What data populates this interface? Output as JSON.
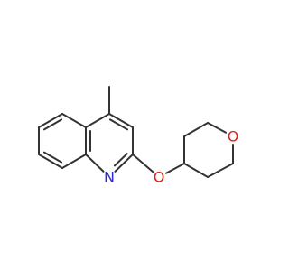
{
  "molecule": {
    "atoms": [
      {
        "id": "c_methyl",
        "element": "C"
      },
      {
        "id": "c4",
        "element": "C"
      },
      {
        "id": "c3",
        "element": "C"
      },
      {
        "id": "c2",
        "element": "C"
      },
      {
        "id": "n1",
        "element": "N",
        "label": "N",
        "color": "#2a2ad6"
      },
      {
        "id": "c8a",
        "element": "C"
      },
      {
        "id": "c4a",
        "element": "C"
      },
      {
        "id": "c5",
        "element": "C"
      },
      {
        "id": "c6",
        "element": "C"
      },
      {
        "id": "c7",
        "element": "C"
      },
      {
        "id": "c8",
        "element": "C"
      },
      {
        "id": "o_ether",
        "element": "O",
        "label": "O",
        "color": "#e02020"
      },
      {
        "id": "thp_c4",
        "element": "C"
      },
      {
        "id": "thp_c3a",
        "element": "C"
      },
      {
        "id": "thp_c2a",
        "element": "C"
      },
      {
        "id": "o_ring",
        "element": "O",
        "label": "O",
        "color": "#e02020"
      },
      {
        "id": "thp_c2b",
        "element": "C"
      },
      {
        "id": "thp_c3b",
        "element": "C"
      }
    ],
    "bonds": [
      {
        "a": "c_methyl",
        "b": "c4",
        "order": 1
      },
      {
        "a": "c4",
        "b": "c3",
        "order": 2
      },
      {
        "a": "c3",
        "b": "c2",
        "order": 1
      },
      {
        "a": "c2",
        "b": "n1",
        "order": 2
      },
      {
        "a": "n1",
        "b": "c8a",
        "order": 1
      },
      {
        "a": "c8a",
        "b": "c4a",
        "order": 2
      },
      {
        "a": "c4a",
        "b": "c4",
        "order": 1
      },
      {
        "a": "c4a",
        "b": "c5",
        "order": 1
      },
      {
        "a": "c5",
        "b": "c6",
        "order": 2
      },
      {
        "a": "c6",
        "b": "c7",
        "order": 1
      },
      {
        "a": "c7",
        "b": "c8",
        "order": 2
      },
      {
        "a": "c8",
        "b": "c8a",
        "order": 1
      },
      {
        "a": "c2",
        "b": "o_ether",
        "order": 1
      },
      {
        "a": "o_ether",
        "b": "thp_c4",
        "order": 1
      },
      {
        "a": "thp_c4",
        "b": "thp_c3a",
        "order": 1
      },
      {
        "a": "thp_c3a",
        "b": "thp_c2a",
        "order": 1
      },
      {
        "a": "thp_c2a",
        "b": "o_ring",
        "order": 1
      },
      {
        "a": "o_ring",
        "b": "thp_c2b",
        "order": 1
      },
      {
        "a": "thp_c2b",
        "b": "thp_c3b",
        "order": 1
      },
      {
        "a": "thp_c3b",
        "b": "thp_c4",
        "order": 1
      }
    ],
    "bond_color": "#333333"
  }
}
